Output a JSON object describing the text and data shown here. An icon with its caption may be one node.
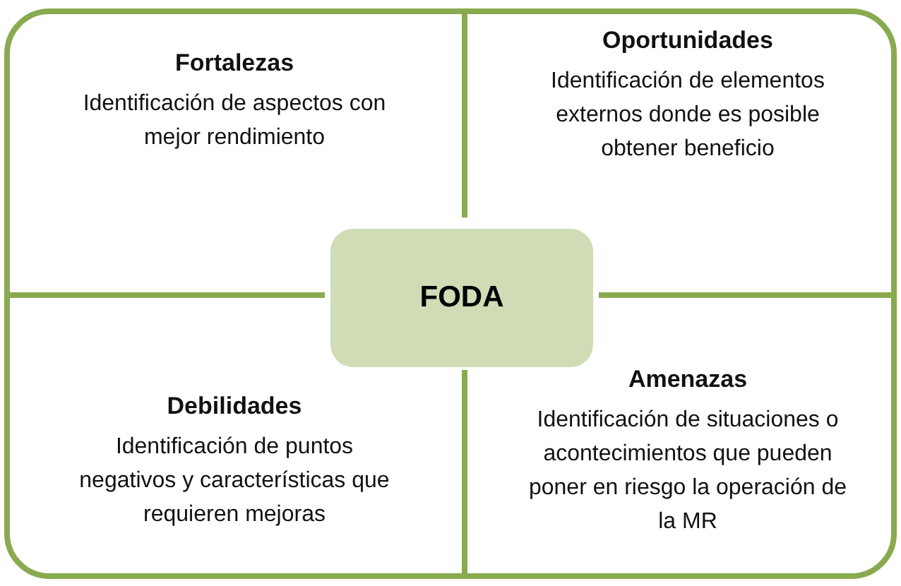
{
  "diagram": {
    "nodes": [
      {
        "text": [],
        "shape": "box"
      },
      {
        "text": [
          "Fortalezas",
          "Identificación de aspectos con mejor rendimiento"
        ],
        "in": 0
      },
      {
        "text": [
          "Oportunidades",
          "Identificación de elementos externos donde es posible obtener beneficio"
        ],
        "in": 0
      },
      {
        "text": [
          "FODA"
        ],
        "in": 0
      },
      {
        "text": [
          "Debilidades",
          "Identificación de puntos negativos y características que requieren mejoras"
        ],
        "in": 0
      },
      {
        "text": [
          "Amenazas",
          "Identificación de situaciones o acontecimientos que pueden poner en riesgo la operación de la MR"
        ],
        "in": 0
      }
    ]
  }
}
